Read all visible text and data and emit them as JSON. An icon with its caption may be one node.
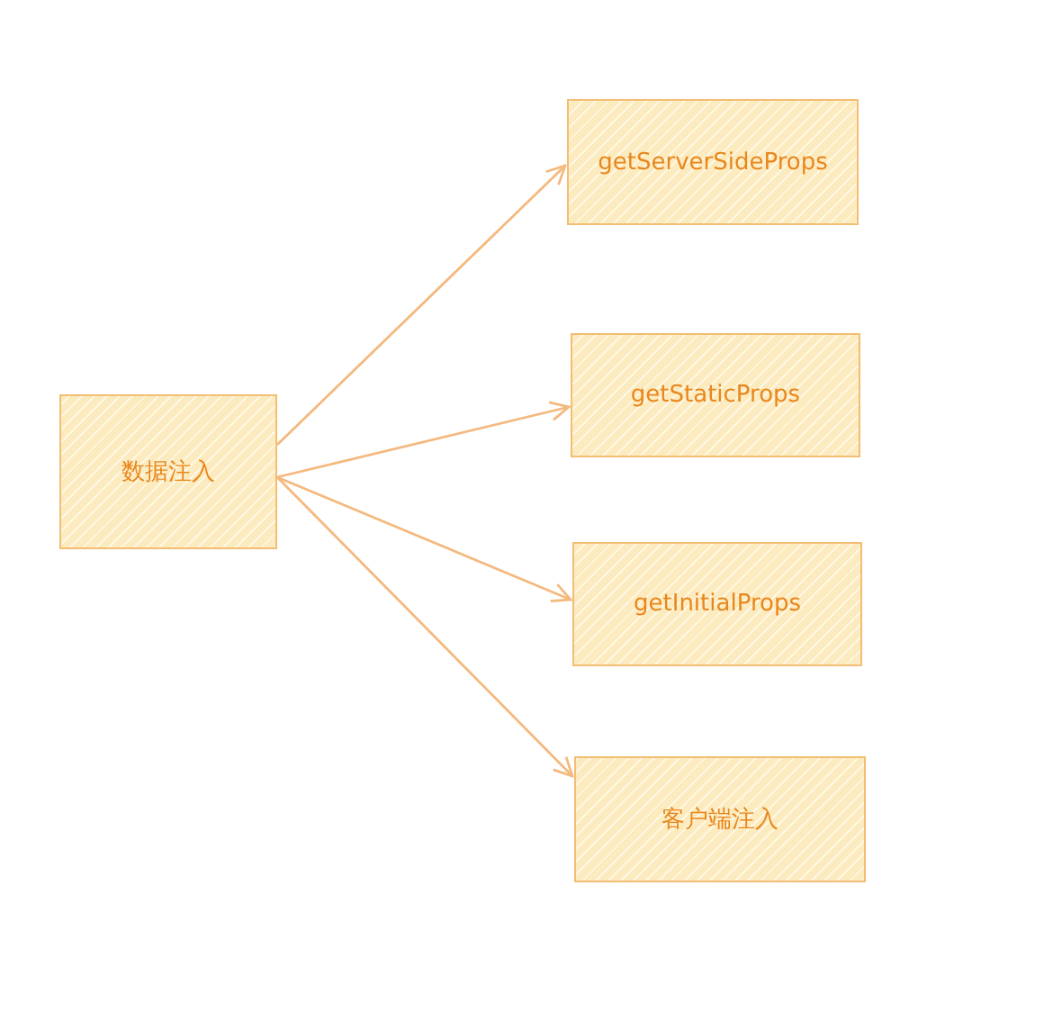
{
  "diagram": {
    "nodes": [
      {
        "text": [
          "数据注入"
        ]
      },
      {
        "text": [
          "getServerSideProps"
        ]
      },
      {
        "text": [
          "getStaticProps"
        ]
      },
      {
        "text": [
          "getInitialProps"
        ]
      },
      {
        "text": [
          "客户端注入"
        ]
      }
    ],
    "edges": [
      {
        "from": 0,
        "to": 1,
        "arrow": "to"
      },
      {
        "from": 0,
        "to": 2,
        "arrow": "to"
      },
      {
        "from": 0,
        "to": 3,
        "arrow": "to"
      },
      {
        "from": 0,
        "to": 4,
        "arrow": "to"
      }
    ]
  }
}
